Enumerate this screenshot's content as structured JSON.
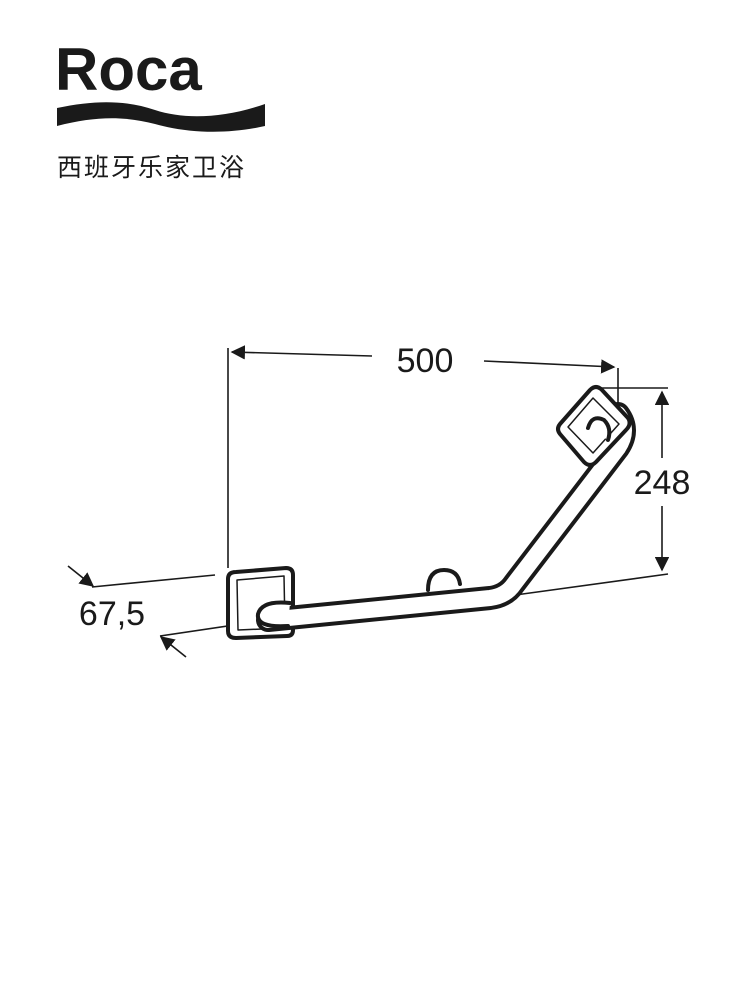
{
  "brand": {
    "name": "Roca",
    "tagline": "西班牙乐家卫浴"
  },
  "drawing": {
    "subject": "angled-grab-bar",
    "dimensions": {
      "width": "500",
      "height": "248",
      "depth": "67,5"
    }
  },
  "colors": {
    "ink": "#1a1a1a",
    "background": "#ffffff"
  }
}
